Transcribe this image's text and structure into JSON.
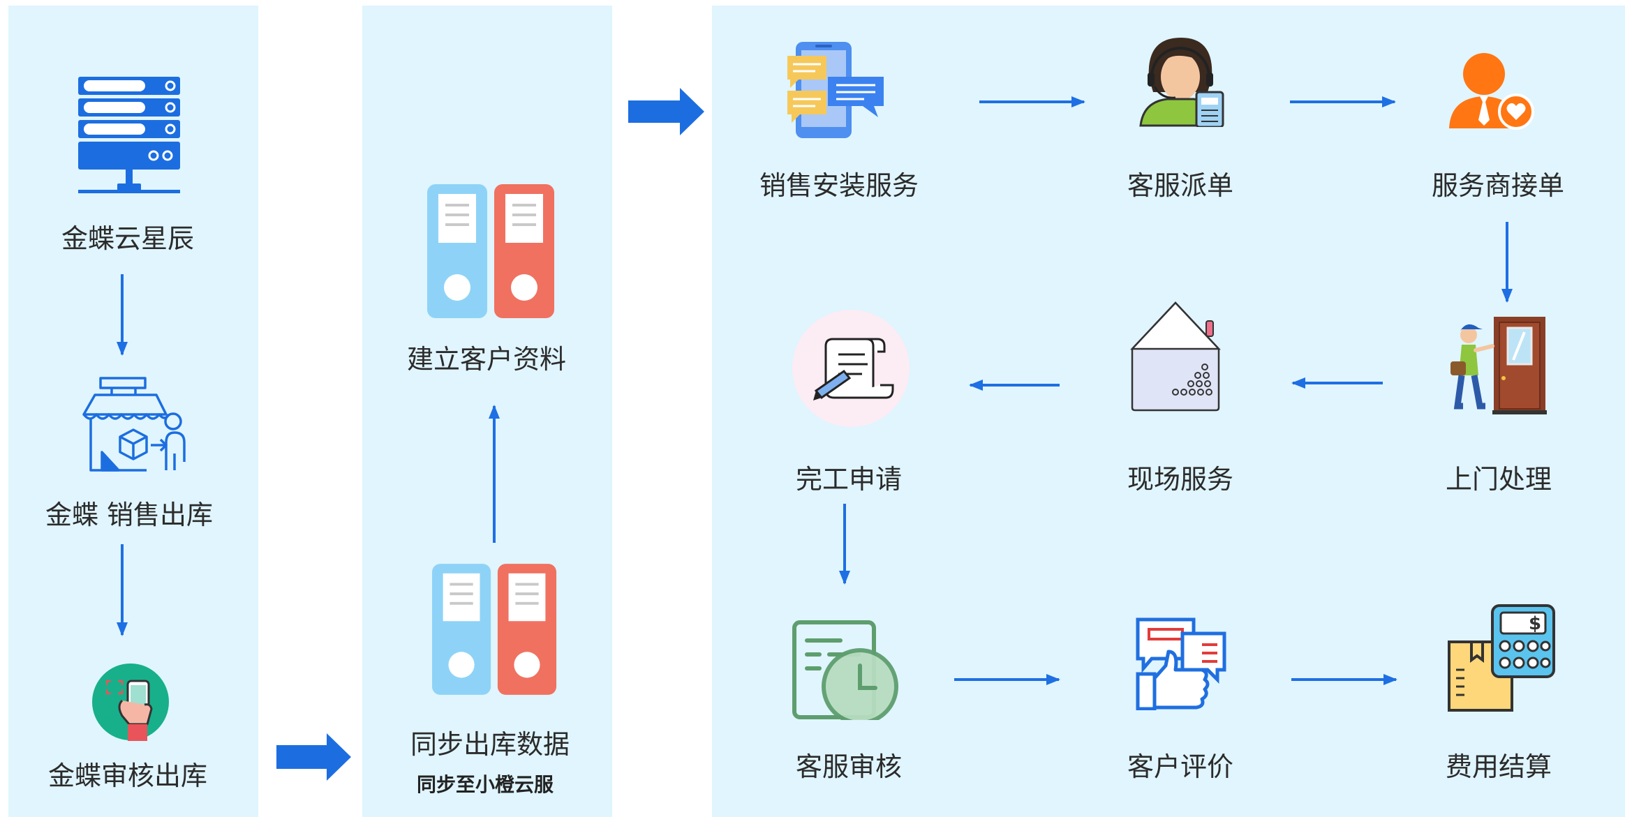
{
  "colors": {
    "panel": "#e0f5fd",
    "arrow": "#1e6fe3",
    "text": "#2b2b2b",
    "folder_blue": "#8ed3f7",
    "folder_red": "#f07160",
    "server_blue": "#1c6ee0"
  },
  "left_column": {
    "steps": [
      {
        "label": "金蝶云星辰",
        "icon": "server-rack-icon"
      },
      {
        "label": "金蝶 销售出库",
        "icon": "shop-delivery-icon"
      },
      {
        "label": "金蝶审核出库",
        "icon": "phone-scan-icon"
      }
    ]
  },
  "middle_column": {
    "top_label": "建立客户资料",
    "bottom_label": "同步出库数据",
    "bottom_sublabel": "同步至小橙云服",
    "icon": "binder-folders-icon"
  },
  "right_panel": {
    "steps": [
      {
        "label": "销售安装服务",
        "icon": "chat-phone-icon"
      },
      {
        "label": "客服派单",
        "icon": "customer-service-agent-icon"
      },
      {
        "label": "服务商接单",
        "icon": "user-heart-icon"
      },
      {
        "label": "上门处理",
        "icon": "courier-door-icon"
      },
      {
        "label": "现场服务",
        "icon": "house-icon"
      },
      {
        "label": "完工申请",
        "icon": "scroll-pen-icon"
      },
      {
        "label": "客服审核",
        "icon": "document-clock-icon"
      },
      {
        "label": "客户评价",
        "icon": "thumbs-up-chat-icon"
      },
      {
        "label": "费用结算",
        "icon": "calculator-package-icon"
      }
    ]
  }
}
